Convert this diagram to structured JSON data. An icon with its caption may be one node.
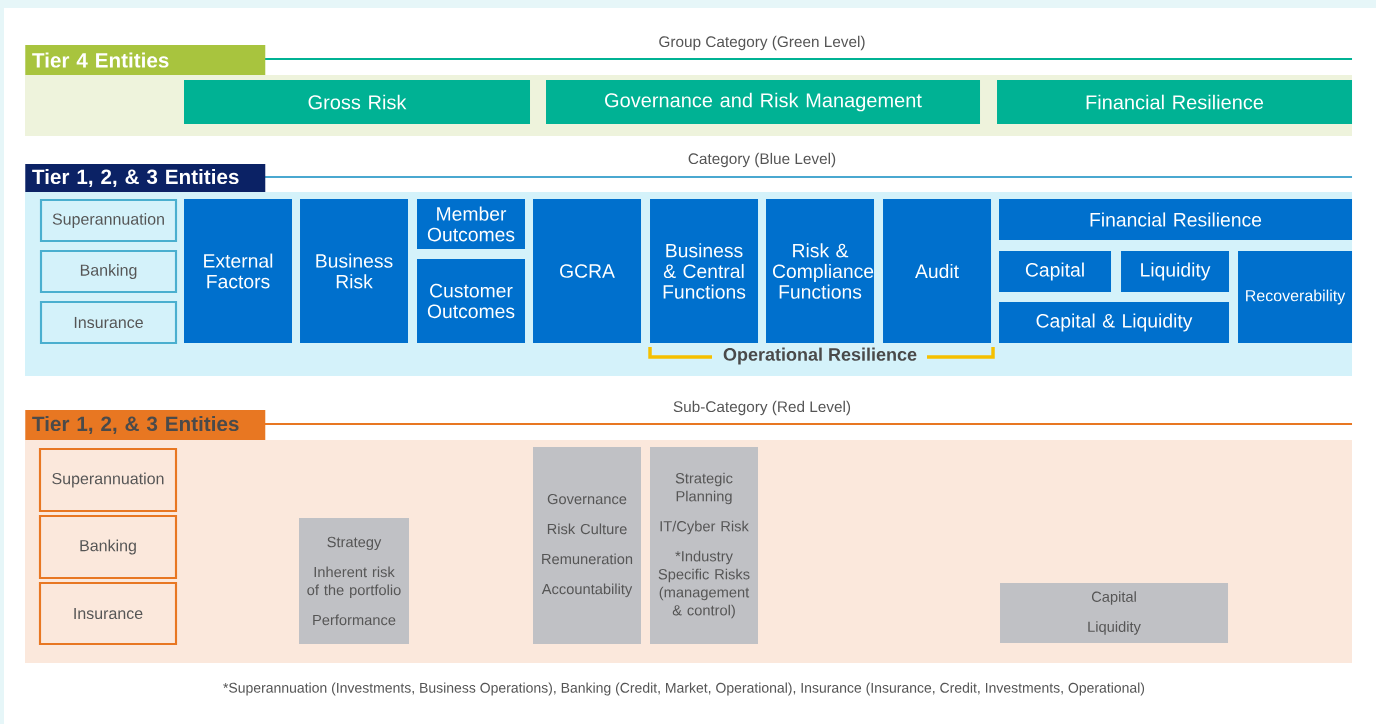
{
  "diagram": {
    "caption": "*Superannuation (Investments, Business Operations), Banking (Credit, Market, Operational), Insurance (Insurance, Credit, Investments, Operational)",
    "nodes": [
      {
        "text": [
          "Tier 4 Entities",
          "Group Category (Green Level)"
        ]
      },
      {
        "text": [
          "Gross Risk"
        ],
        "in": 0
      },
      {
        "text": [
          "Governance and Risk Management"
        ],
        "in": 0
      },
      {
        "text": [
          "Financial Resilience"
        ],
        "in": 0
      },
      {
        "text": [
          "Tier 1, 2, & 3 Entities",
          "Category (Blue Level)"
        ]
      },
      {
        "text": [
          "Superannuation"
        ],
        "in": 4
      },
      {
        "text": [
          "Banking"
        ],
        "in": 4
      },
      {
        "text": [
          "Insurance"
        ],
        "in": 4
      },
      {
        "text": [
          "External Factors"
        ],
        "in": 4
      },
      {
        "text": [
          "Business Risk"
        ],
        "in": 4
      },
      {
        "text": [
          "Member Outcomes"
        ],
        "in": 4
      },
      {
        "text": [
          "Customer Outcomes"
        ],
        "in": 4
      },
      {
        "text": [
          "GCRA"
        ],
        "in": 4
      },
      {
        "text": [
          "Business & Central Functions"
        ],
        "in": 4
      },
      {
        "text": [
          "Risk & Compliance Functions"
        ],
        "in": 4
      },
      {
        "text": [
          "Audit"
        ],
        "in": 4
      },
      {
        "text": [
          "Financial Resilience"
        ],
        "in": 4
      },
      {
        "text": [
          "Capital"
        ],
        "in": 4
      },
      {
        "text": [
          "Liquidity"
        ],
        "in": 4
      },
      {
        "text": [
          "Recoverability"
        ],
        "in": 4
      },
      {
        "text": [
          "Capital & Liquidity"
        ],
        "in": 4
      },
      {
        "text": [
          "Tier 1, 2, & 3 Entities",
          "Sub-Category (Red Level)"
        ]
      },
      {
        "text": [
          "Superannuation"
        ],
        "in": 21
      },
      {
        "text": [
          "Banking"
        ],
        "in": 21
      },
      {
        "text": [
          "Insurance"
        ],
        "in": 21
      },
      {
        "text": [
          "Strategy",
          "Inherent risk of the portfolio",
          "Performance"
        ],
        "in": 21
      },
      {
        "text": [
          "Governance",
          "Risk Culture",
          "Remuneration",
          "Accountability"
        ],
        "in": 21
      },
      {
        "text": [
          "Strategic Planning",
          "IT/Cyber Risk",
          "*Industry Specific Risks (management & control)"
        ],
        "in": 21
      },
      {
        "text": [
          "Capital",
          "Liquidity"
        ],
        "in": 21
      }
    ],
    "labels": [
      "Operational Resilience"
    ]
  }
}
